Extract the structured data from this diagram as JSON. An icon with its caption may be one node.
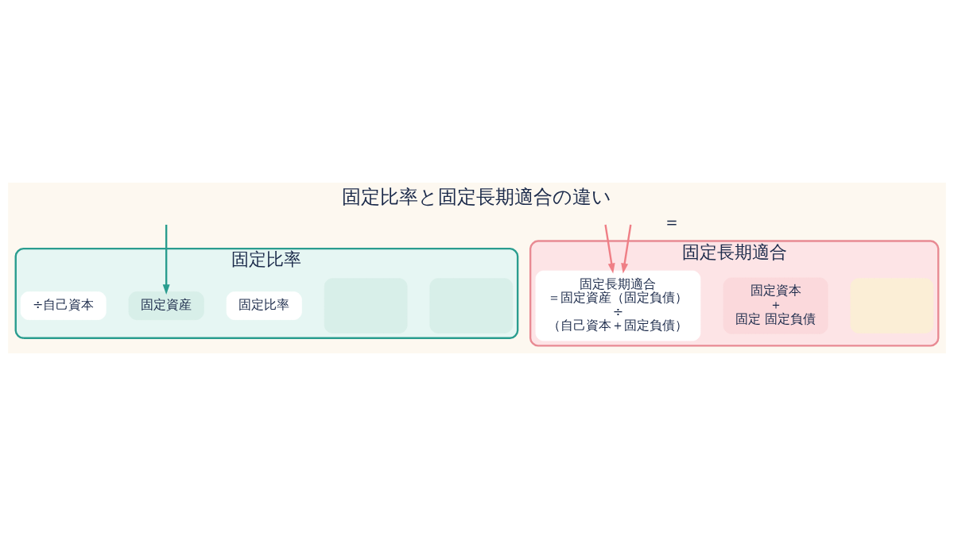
{
  "diagram": {
    "title": "固定比率と固定長期適合の違い",
    "nodes": [
      {
        "text": [
          "固定比率"
        ]
      },
      {
        "text": [],
        "shape": "box",
        "in": 0
      },
      {
        "text": [],
        "shape": "box",
        "in": 0
      },
      {
        "text": [
          "固定比率"
        ],
        "in": 0
      },
      {
        "text": [
          "固定資産"
        ],
        "in": 0
      },
      {
        "text": [
          "÷自己資本"
        ],
        "in": 0
      },
      {
        "text": [
          "固定長期適合"
        ]
      },
      {
        "text": [],
        "shape": "box",
        "in": 6
      },
      {
        "text": [
          "固定資本",
          "＋",
          "固定 固定負債"
        ],
        "in": 6
      },
      {
        "text": [
          "固定長期適合",
          "＝固定資産（固定負債）",
          "÷",
          "（自己資本＋固定負債）"
        ],
        "in": 6
      }
    ],
    "edges": [
      {
        "from": null,
        "to": 4,
        "arrow": "to",
        "color": "#2a9d8f"
      },
      {
        "from": null,
        "to": 9,
        "arrow": "to",
        "color": "#ef7f86"
      },
      {
        "from": null,
        "to": 9,
        "arrow": "to",
        "color": "#ef7f86"
      }
    ],
    "labels": [
      "＝"
    ]
  }
}
